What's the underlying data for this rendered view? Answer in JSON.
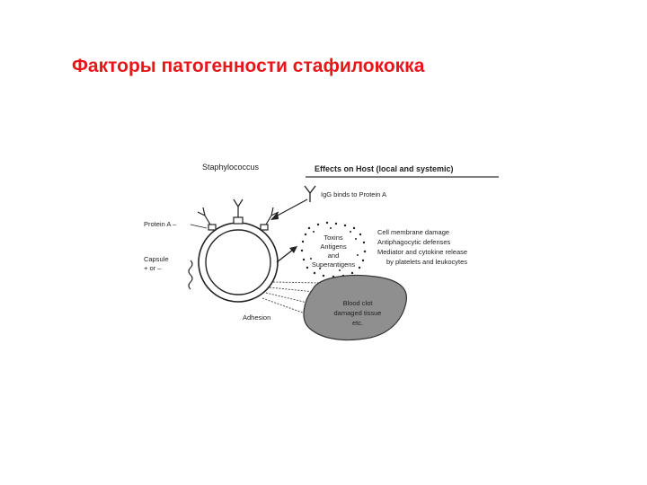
{
  "slide": {
    "title": "Факторы патогенности стафилококка",
    "title_color": "#e8161b"
  },
  "diagram": {
    "label_bacterium": "Staphylococcus",
    "label_effects": "Effects on Host (local and systemic)",
    "label_igg": "IgG binds to Protein A",
    "label_protein_a": "Protein A –",
    "label_capsule_1": "Capsule",
    "label_capsule_2": "+ or –",
    "label_adhesion": "Adhesion",
    "secreted_1": "Toxins",
    "secreted_2": "Antigens",
    "secreted_3": "and",
    "secreted_4": "Superantigens",
    "effect_1": "Cell membrane damage",
    "effect_2": "Antiphagocytic defenses",
    "effect_3": "Mediator and cytokine release",
    "effect_4": "by platelets and leukocytes",
    "clot_1": "Blood clot",
    "clot_2": "damaged tissue",
    "clot_3": "etc.",
    "clot_color": "#8f8f8f"
  }
}
